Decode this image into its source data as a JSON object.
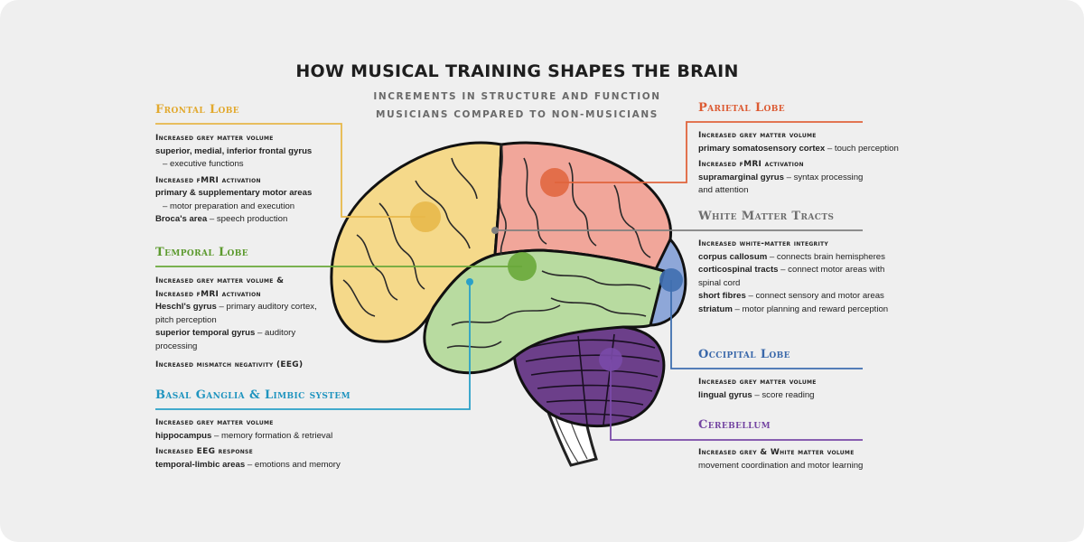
{
  "title": "HOW MUSICAL TRAINING SHAPES THE BRAIN",
  "subtitle_lines": [
    "INCREMENTS IN STRUCTURE AND FUNCTION",
    "MUSICIANS COMPARED TO NON-MUSICIANS"
  ],
  "colors": {
    "frontal": "#e8b84a",
    "temporal": "#6aa83a",
    "basal": "#2aa0c8",
    "parietal": "#e0643c",
    "white_matter": "#7f7f7f",
    "occipital": "#3f6fb0",
    "cerebellum": "#7a4aa8"
  },
  "frontal": {
    "heading": "Frontal Lobe",
    "cap1": "Increased grey matter volume",
    "l1_bold": "superior, medial, inferior frontal gyrus",
    "l2": "– executive functions",
    "cap2": "Increased fMRI activation",
    "l3_bold": "primary & supplementary motor areas",
    "l4": "– motor preparation and execution",
    "l5_bold": "Broca's area",
    "l5": " – speech production"
  },
  "temporal": {
    "heading": "Temporal Lobe",
    "cap1": "Increased grey matter volume &",
    "cap2": "Increased fMRI activation",
    "l1_bold": "Heschl's gyrus",
    "l1": " – primary auditory cortex,",
    "l2": "pitch perception",
    "l3_bold": "superior temporal gyrus",
    "l3": " – auditory",
    "l4": "processing",
    "cap3": "Increased mismatch negativity (EEG)"
  },
  "basal": {
    "heading": "Basal Ganglia & Limbic system",
    "cap1": "Increased grey matter volume",
    "l1_bold": "hippocampus",
    "l1": " – memory formation & retrieval",
    "cap2": "Increased EEG response",
    "l2_bold": "temporal-limbic areas",
    "l2": " – emotions and memory"
  },
  "parietal": {
    "heading": "Parietal Lobe",
    "cap1": "Increased grey matter volume",
    "l1_bold": "primary somatosensory cortex",
    "l1": " – touch perception",
    "cap2": "Increased fMRI activation",
    "l2_bold": "supramarginal gyrus",
    "l2": " – syntax processing",
    "l3": "and attention"
  },
  "white_matter": {
    "heading": "White Matter Tracts",
    "cap1": "Increased white-matter integrity",
    "l1_bold": "corpus callosum",
    "l1": " – connects brain hemispheres",
    "l2_bold": "corticospinal tracts",
    "l2": " – connect motor areas with",
    "l3": "spinal cord",
    "l4_bold": "short fibres",
    "l4": " – connect sensory and motor areas",
    "l5_bold": "striatum",
    "l5": " – motor planning and reward perception"
  },
  "occipital": {
    "heading": "Occipital Lobe",
    "cap1": "Increased grey matter volume",
    "l1_bold": "lingual gyrus",
    "l1": " – score reading"
  },
  "cerebellum": {
    "heading": "Cerebellum",
    "cap1": "Increased grey & White matter volume",
    "l1": "movement coordination and motor learning"
  }
}
